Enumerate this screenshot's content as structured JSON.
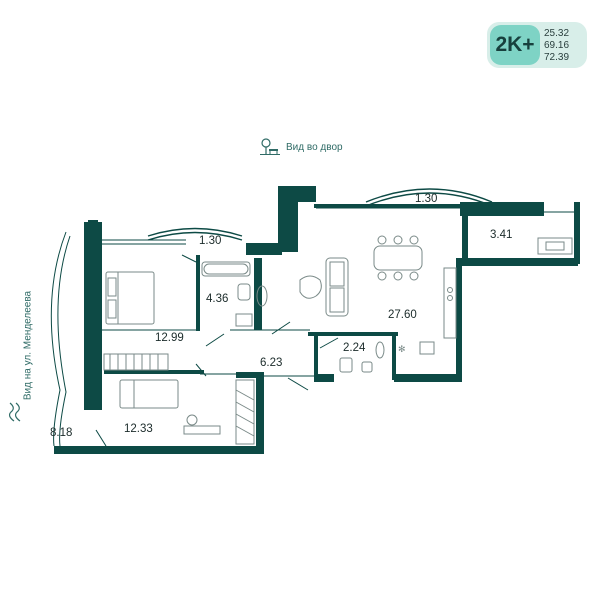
{
  "badge": {
    "type": "2K+",
    "areas": [
      "25.32",
      "69.16",
      "72.39"
    ]
  },
  "views": {
    "courtyard": "Вид во двор",
    "street": "Вид на ул. Менделеева"
  },
  "rooms": {
    "balcony_left": "1.30",
    "balcony_top": "1.30",
    "loggia": "3.41",
    "bathroom": "4.36",
    "living_kitchen": "27.60",
    "bedroom_top": "12.99",
    "toilet": "2.24",
    "hall": "6.23",
    "terrace": "8.18",
    "bedroom_bottom": "12.33"
  },
  "colors": {
    "wall": "#0d4a45",
    "accent": "#7ed3c5",
    "badge_bg": "#d8eee9",
    "furniture": "#7a8a88"
  },
  "icons": {
    "courtyard_view": "tree-bench-icon",
    "street_view": "street-icon"
  }
}
